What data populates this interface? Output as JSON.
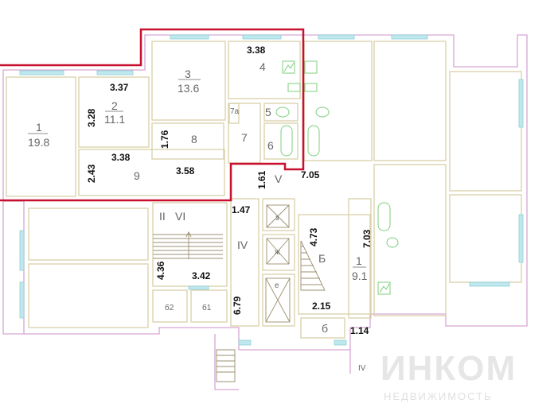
{
  "watermark": {
    "brand": "ИНКОМ",
    "tagline": "НЕДВИЖИМОСТЬ"
  },
  "colors": {
    "highlight": "#c8102e",
    "walls": "#d9cfa8",
    "outer_walls": "#d6a6d4",
    "windows": "#bfe8ee",
    "fixtures": "#7ccf7c"
  },
  "rooms": [
    {
      "number": "1",
      "area": "19.8"
    },
    {
      "number": "2",
      "area": "11.1"
    },
    {
      "number": "3",
      "area": "13.6"
    },
    {
      "number": "4"
    },
    {
      "number": "5"
    },
    {
      "number": "6"
    },
    {
      "number": "7"
    },
    {
      "number": "7а"
    },
    {
      "number": "8"
    },
    {
      "number": "9"
    },
    {
      "number": "1",
      "area": "9.1"
    }
  ],
  "zones": [
    "II",
    "VI",
    "IV",
    "V",
    "Б",
    "б",
    "б1",
    "б2",
    "з",
    "ж",
    "е",
    "IV"
  ],
  "dimensions": [
    "3.38",
    "3.37",
    "3.28",
    "1.76",
    "3.38",
    "2.43",
    "3.58",
    "1.61",
    "7.05",
    "1.47",
    "4.73",
    "7.03",
    "4.36",
    "3.42",
    "6.79",
    "2.15",
    "1.14"
  ]
}
